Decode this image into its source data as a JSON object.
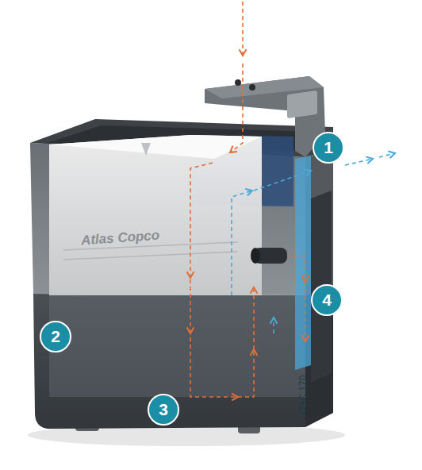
{
  "diagram": {
    "labels": [
      "1",
      "2",
      "3",
      "4",
      "Atlas Copco",
      "OSC 170"
    ]
  }
}
